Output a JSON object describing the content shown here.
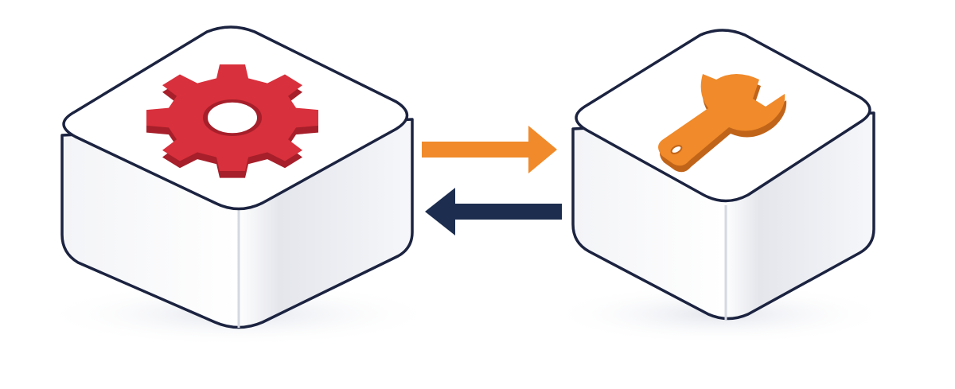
{
  "diagram": {
    "nodes": [
      {
        "id": "left-block",
        "icon": "gear-icon",
        "icon_color": "#d8303c",
        "icon_dark": "#a61f2a"
      },
      {
        "id": "right-block",
        "icon": "wrench-icon",
        "icon_color": "#f08a2a",
        "icon_dark": "#c0641a"
      }
    ],
    "edges": [
      {
        "from": "left-block",
        "to": "right-block",
        "color": "#f08a2a"
      },
      {
        "from": "right-block",
        "to": "left-block",
        "color": "#1c2d4f"
      }
    ],
    "colors": {
      "outline": "#1b2340",
      "block_top": "#ffffff",
      "block_side": "#eef0f4",
      "shadow": "#e9ebf0"
    }
  }
}
